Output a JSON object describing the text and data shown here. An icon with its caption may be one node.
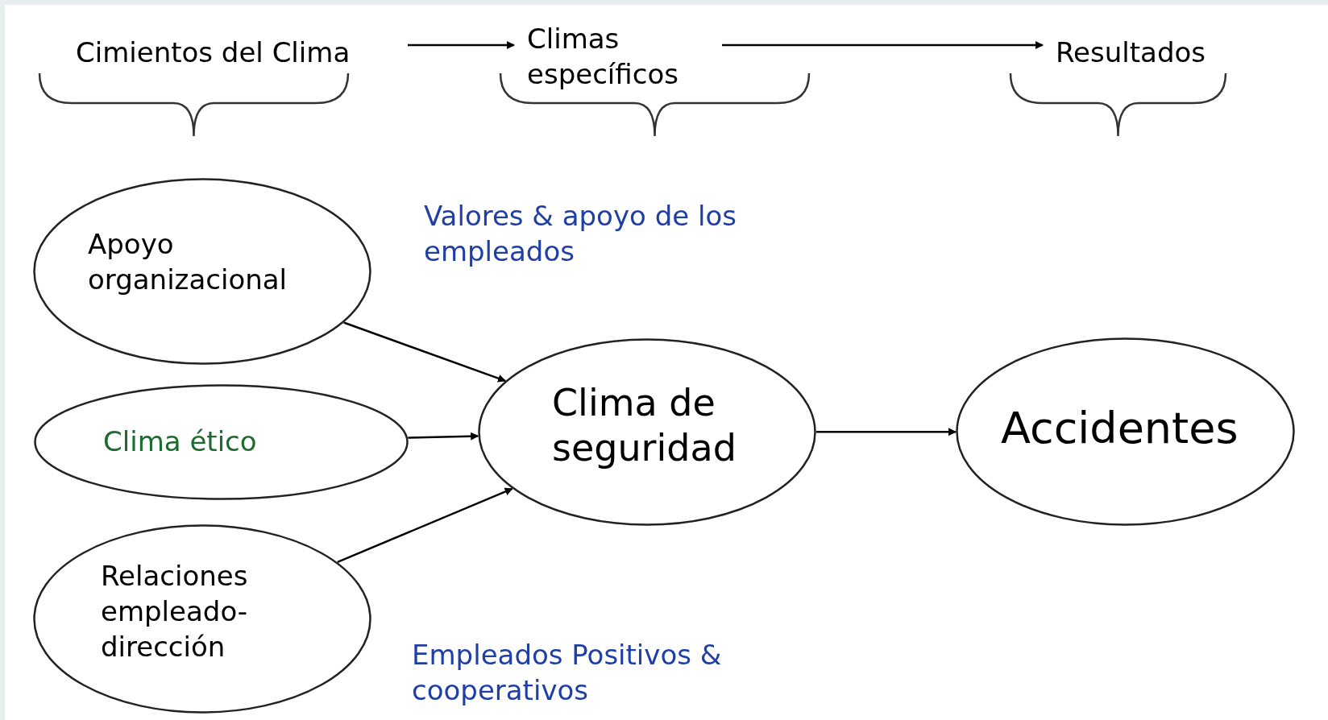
{
  "diagram": {
    "nodes": [
      {
        "text": [
          "Cimientos del Clima"
        ]
      },
      {
        "text": [
          "Climas específicos"
        ]
      },
      {
        "text": [
          "Resultados"
        ]
      },
      {
        "text": [
          "Apoyo organizacional"
        ]
      },
      {
        "text": [
          "Clima ético"
        ]
      },
      {
        "text": [
          "Relaciones empleado-dirección"
        ]
      },
      {
        "text": [
          "Clima de seguridad"
        ]
      },
      {
        "text": [
          "Accidentes"
        ]
      }
    ],
    "edges": [
      {
        "from": 0,
        "to": 1,
        "arrow": "to"
      },
      {
        "from": 1,
        "to": 2,
        "arrow": "to"
      },
      {
        "from": 3,
        "to": 6,
        "arrow": "to"
      },
      {
        "from": 4,
        "to": 6,
        "arrow": "to"
      },
      {
        "from": 5,
        "to": 6,
        "arrow": "to"
      },
      {
        "from": 6,
        "to": 7,
        "arrow": "to"
      }
    ],
    "labels": [
      "Valores & apoyo de los empleados",
      "Empleados Positivos & cooperativos"
    ]
  }
}
